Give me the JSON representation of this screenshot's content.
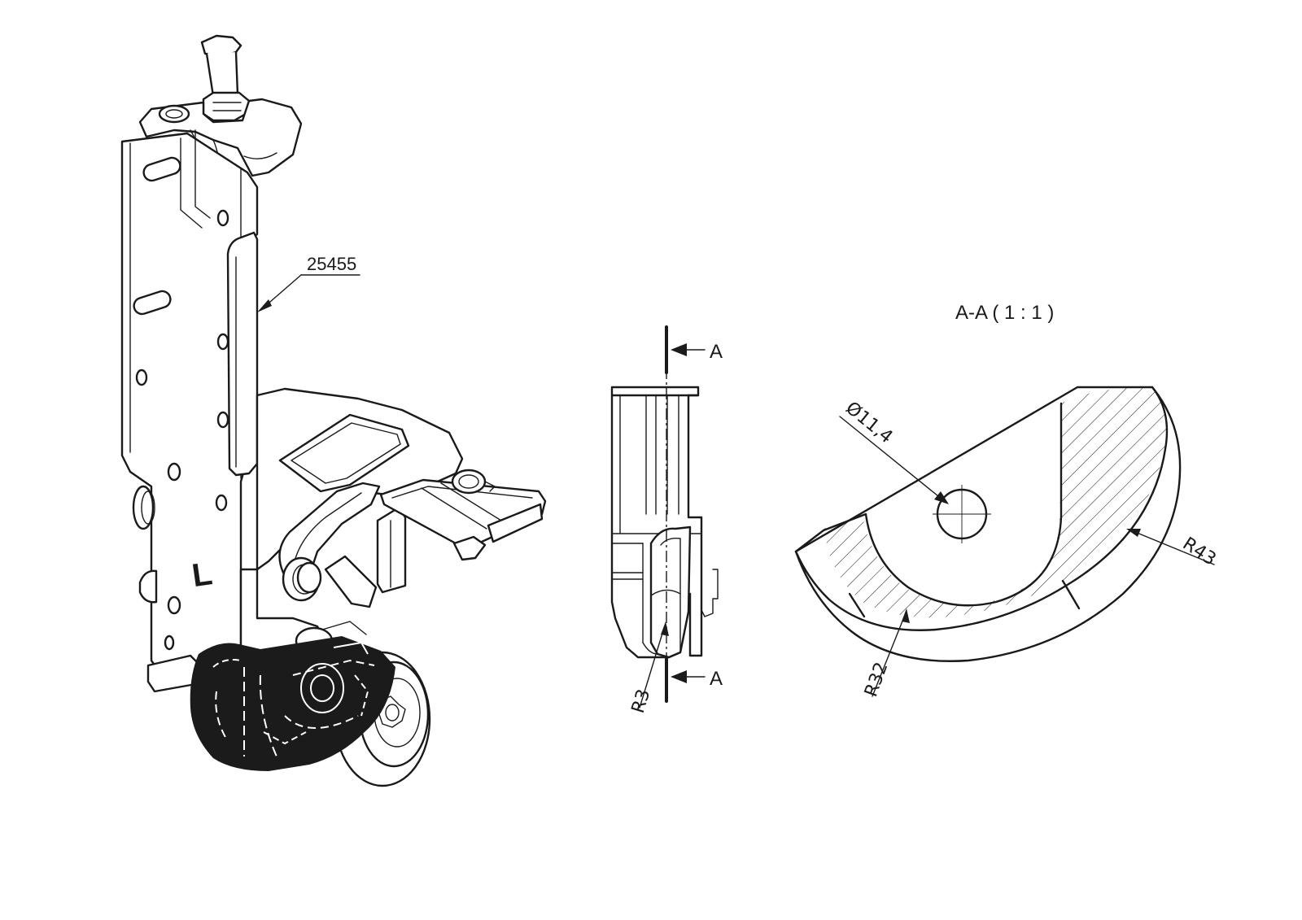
{
  "drawing": {
    "part_number": "25455",
    "side_marker": "L",
    "section_title": "A-A ( 1 : 1 )",
    "section_letter": "A",
    "dimensions": {
      "diameter": "Ø11,4",
      "radius_outer": "R43",
      "radius_inner": "R32",
      "radius_small": "R3"
    }
  }
}
